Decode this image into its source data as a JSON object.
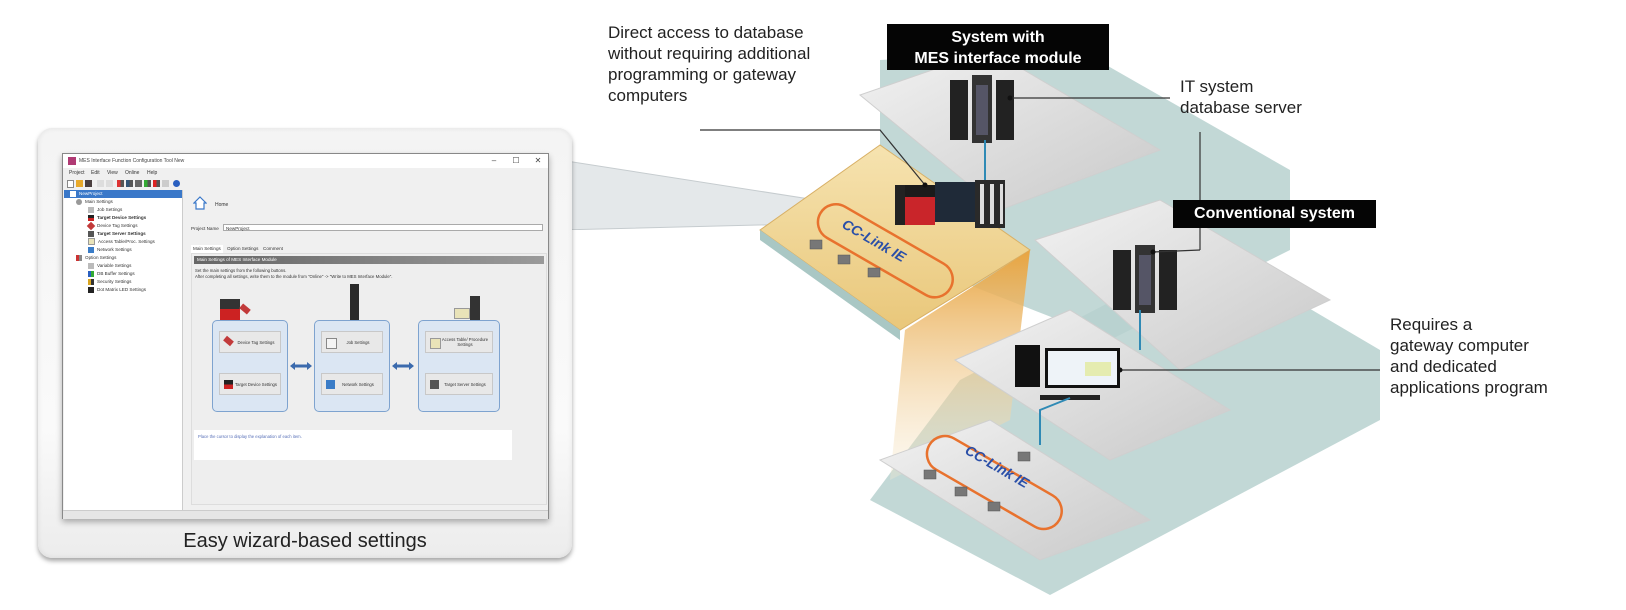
{
  "caption": "Easy wizard-based settings",
  "window": {
    "title": "MES Interface Function Configuration Tool New",
    "controls": {
      "minimize": "–",
      "maximize": "☐",
      "close": "✕"
    },
    "menu": [
      "Project",
      "Edit",
      "View",
      "Online",
      "Help"
    ],
    "toolbar_icons": [
      "new-icon",
      "open-icon",
      "save-icon",
      "cut-icon",
      "copy-icon",
      "read-icon",
      "write-icon",
      "verify-icon",
      "connect-icon",
      "disconnect-icon",
      "monitor-icon",
      "help-icon"
    ],
    "tree": [
      {
        "label": "NewProject",
        "level": 0,
        "selected": true
      },
      {
        "label": "Main Settings",
        "level": 1
      },
      {
        "label": "Job Settings",
        "level": 2
      },
      {
        "label": "Target Device Settings",
        "level": 2
      },
      {
        "label": "Device Tag Settings",
        "level": 2
      },
      {
        "label": "Target Server Settings",
        "level": 2
      },
      {
        "label": "Access Table/Proc. Settings",
        "level": 2
      },
      {
        "label": "Network Settings",
        "level": 2
      },
      {
        "label": "Option Settings",
        "level": 1
      },
      {
        "label": "Variable Settings",
        "level": 2
      },
      {
        "label": "DB Buffer Settings",
        "level": 2
      },
      {
        "label": "Security Settings",
        "level": 2
      },
      {
        "label": "Dot Matrix LED Settings",
        "level": 2
      }
    ],
    "home_label": "Home",
    "project_name_label": "Project Name",
    "project_name_value": "NewProject",
    "tabs": [
      "Main Settings",
      "Option Settings",
      "Comment"
    ],
    "panel_title": "Main Settings of MES Interface Module",
    "panel_desc1": "Set the main settings from the following buttons.",
    "panel_desc2": "After completing all settings, write them to the module from \"Online\" -> \"Write to MES Interface Module\".",
    "buttons": {
      "device_tag": "Device Tag Settings",
      "target_device": "Target Device Settings",
      "job": "Job Settings",
      "network": "Network Settings",
      "access_table": "Access Table/ Procedure Settings",
      "target_server": "Target Server Settings"
    },
    "hint": "Place the cursor to display the explanation of each item."
  },
  "diagram": {
    "label_direct": [
      "Direct access to database",
      "without requiring additional",
      "programming or gateway",
      "computers"
    ],
    "badge_mes": [
      "System with",
      "MES interface module"
    ],
    "label_it": [
      "IT system",
      "database server"
    ],
    "badge_conventional": "Conventional system",
    "label_gateway": [
      "Requires a",
      "gateway computer",
      "and dedicated",
      "applications program"
    ],
    "network_logo": "CC-Link IE"
  }
}
